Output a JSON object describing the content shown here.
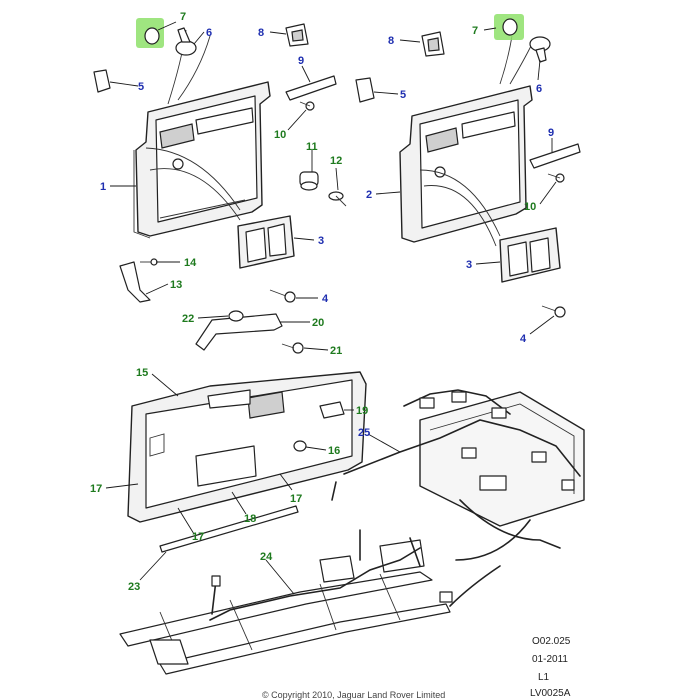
{
  "callouts": {
    "c7_left": "7",
    "c6_left": "6",
    "c8_left": "8",
    "c9_left": "9",
    "c5_left": "5",
    "c10_left": "10",
    "c11": "11",
    "c12": "12",
    "c1": "1",
    "c3_left": "3",
    "c14": "14",
    "c13": "13",
    "c4_left": "4",
    "c8_right": "8",
    "c7_right": "7",
    "c5_right": "5",
    "c6_right": "6",
    "c2": "2",
    "c9_right": "9",
    "c10_right": "10",
    "c3_right": "3",
    "c4_right": "4",
    "c22": "22",
    "c20": "20",
    "c21": "21",
    "c15": "15",
    "c19": "19",
    "c25": "25",
    "c16": "16",
    "c17_left": "17",
    "c17_right": "17",
    "c18": "18",
    "c17_bottom": "17",
    "c23": "23",
    "c24": "24"
  },
  "footer": {
    "code": "O02.025",
    "date": "01-2011",
    "level": "L1",
    "drawing_id": "LV0025A"
  },
  "copyright": "© Copyright 2010, Jaguar Land Rover Limited",
  "colors": {
    "callout_blue": "#1f2fb0",
    "callout_green": "#1e7a1e",
    "highlight": "#8ee06a"
  }
}
